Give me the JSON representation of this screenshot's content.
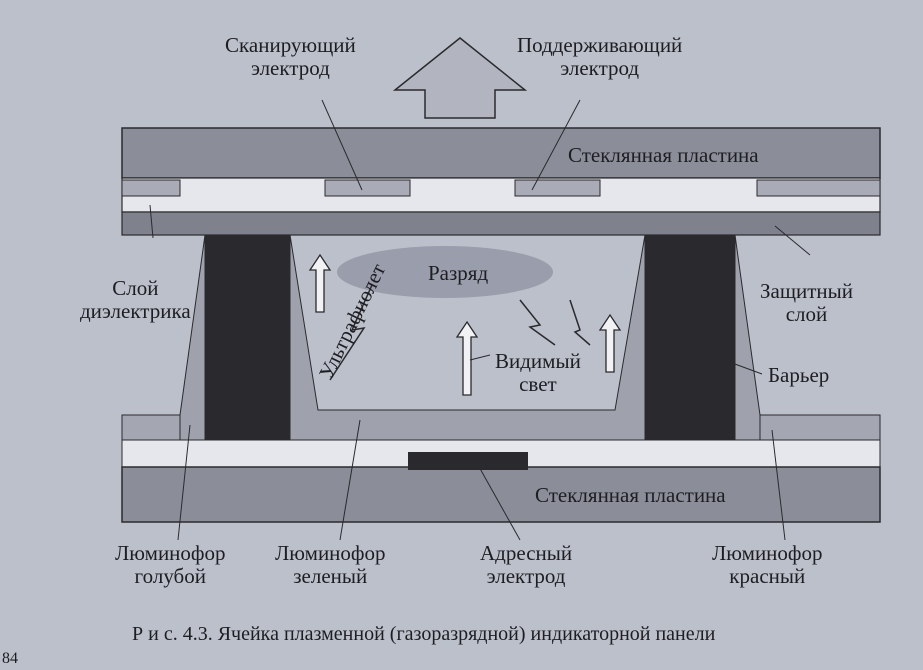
{
  "diagram": {
    "labels": {
      "scan_electrode": [
        "Сканирующий",
        "электрод"
      ],
      "sustain_electrode": [
        "Поддерживающий",
        "электрод"
      ],
      "top_glass": "Стеклянная пластина",
      "bottom_glass": "Стеклянная пластина",
      "dielectric_layer": [
        "Слой",
        "диэлектрика"
      ],
      "protective_layer": [
        "Защитный",
        "слой"
      ],
      "discharge": "Разряд",
      "ultraviolet": "Ультрафиолет",
      "visible_light": [
        "Видимый",
        "свет"
      ],
      "barrier": "Барьер",
      "phosphor_blue": [
        "Люминофор",
        "голубой"
      ],
      "phosphor_green": [
        "Люминофор",
        "зеленый"
      ],
      "address_electrode": [
        "Адресный",
        "электрод"
      ],
      "phosphor_red": [
        "Люминофор",
        "красный"
      ]
    },
    "caption": "Р и с. 4.3. Ячейка плазменной (газоразрядной) индикаторной панели",
    "page_number": "84"
  },
  "colors": {
    "background": "#bcc0ca",
    "glass": "#8b8e99",
    "barrier": "#2a2a2e",
    "phosphor": "#9fa2ac",
    "light": "#e6e7ec"
  }
}
